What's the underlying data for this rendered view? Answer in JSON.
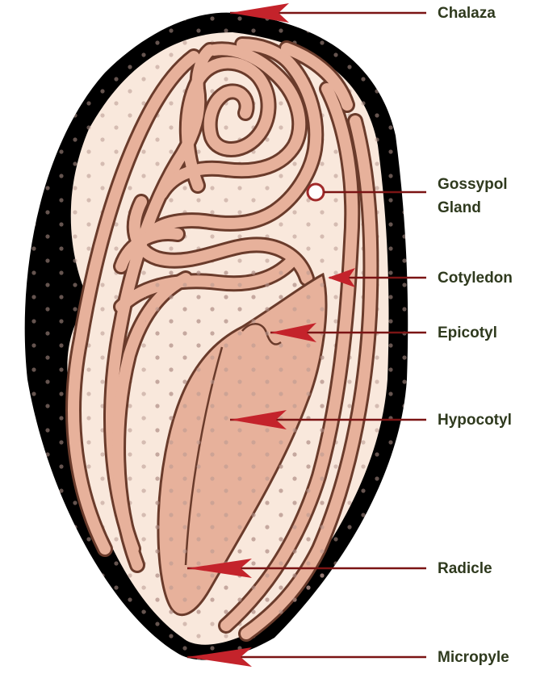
{
  "labels": {
    "chalaza": "Chalaza",
    "gossypol_gland_line1": "Gossypol",
    "gossypol_gland_line2": "Gland",
    "cotyledon": "Cotyledon",
    "epicotyl": "Epicotyl",
    "hypocotyl": "Hypocotyl",
    "radicle": "Radicle",
    "micropyle": "Micropyle"
  },
  "colors": {
    "seed_coat": "#000000",
    "tissue_fill": "#e7b19b",
    "tissue_stroke": "#6a3b2b",
    "background_tissue": "#f9e8dc",
    "gland_ring": "#a12a2a",
    "arrow_red": "#c4232b",
    "leader_line": "#7b1414",
    "label_text": "#2f3a1e"
  }
}
